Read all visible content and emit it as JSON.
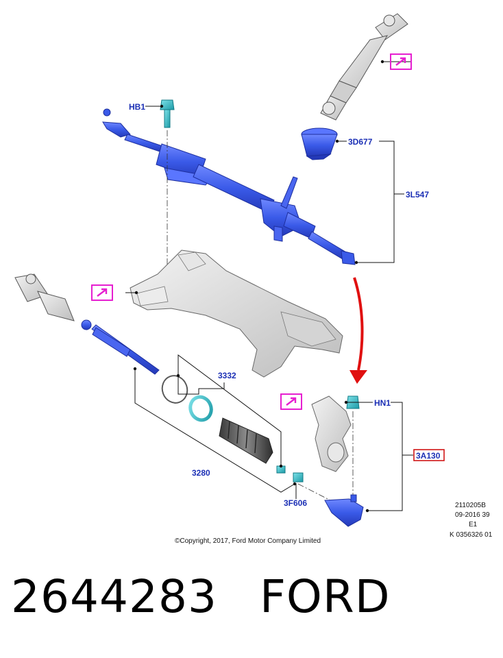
{
  "callouts": {
    "hb1": "HB1",
    "d3677": "3D677",
    "l3547": "3L547",
    "s3332": "3332",
    "s3280": "3280",
    "hn1": "HN1",
    "a3130": "3A130",
    "f3606": "3F606"
  },
  "reference": {
    "line1": "2110205B",
    "line2": "09-2016 39",
    "line3": "E1",
    "line4": "K 0356326 01"
  },
  "copyright": "©Copyright, 2017, Ford Motor Company Limited",
  "footer": {
    "part_number": "2644283",
    "brand": "FORD"
  },
  "colors": {
    "part_blue": "#3a5ae8",
    "callout_blue": "#1b2fb5",
    "magenta": "#e61fd0",
    "teal": "#2ab8c4",
    "arrow_red": "#e01010",
    "boxed_label_red": "#d01515",
    "grey": "#d9d9d9"
  },
  "icons": {
    "view_marker": "magenta-arrow-box-icon",
    "direction": "red-curved-arrow-icon"
  }
}
